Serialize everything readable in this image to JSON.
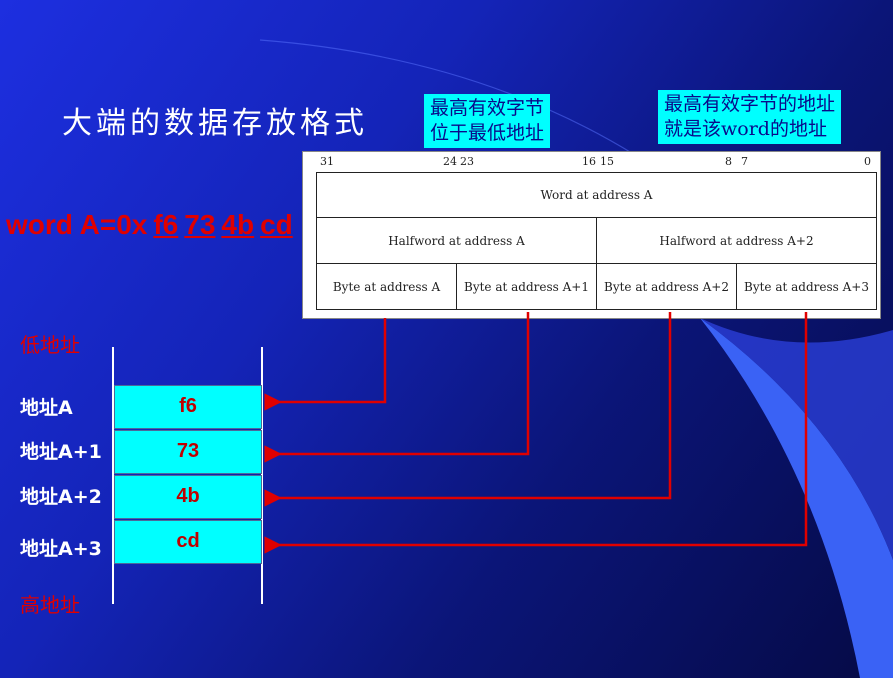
{
  "title": "大端的数据存放格式",
  "callout_left": {
    "line1": "最高有效字节",
    "line2": "位于最低地址"
  },
  "callout_right": {
    "line1": "最高有效字节的地址",
    "line2": "就是该word的地址"
  },
  "word_line": {
    "prefix": "word A=0x",
    "bytes": [
      "f6",
      "73",
      "4b",
      "cd"
    ]
  },
  "table": {
    "bits": [
      "31",
      "24",
      "23",
      "16",
      "15",
      "8",
      "7",
      "0"
    ],
    "word": "Word at address A",
    "halfwords": [
      "Halfword at address A",
      "Halfword at address A+2"
    ],
    "bytes": [
      "Byte at address A",
      "Byte at address A+1",
      "Byte at address A+2",
      "Byte at address A+3"
    ]
  },
  "memory": {
    "low_label": "低地址",
    "high_label": "高地址",
    "rows": [
      {
        "addr": "地址A",
        "value": "f6"
      },
      {
        "addr": "地址A+1",
        "value": "73"
      },
      {
        "addr": "地址A+2",
        "value": "4b"
      },
      {
        "addr": "地址A+3",
        "value": "cd"
      }
    ]
  },
  "colors": {
    "accent_red": "#e00000",
    "cyan": "#00ffff",
    "bg_blue": "#1424b8",
    "arc_blue": "#3a5cff"
  }
}
